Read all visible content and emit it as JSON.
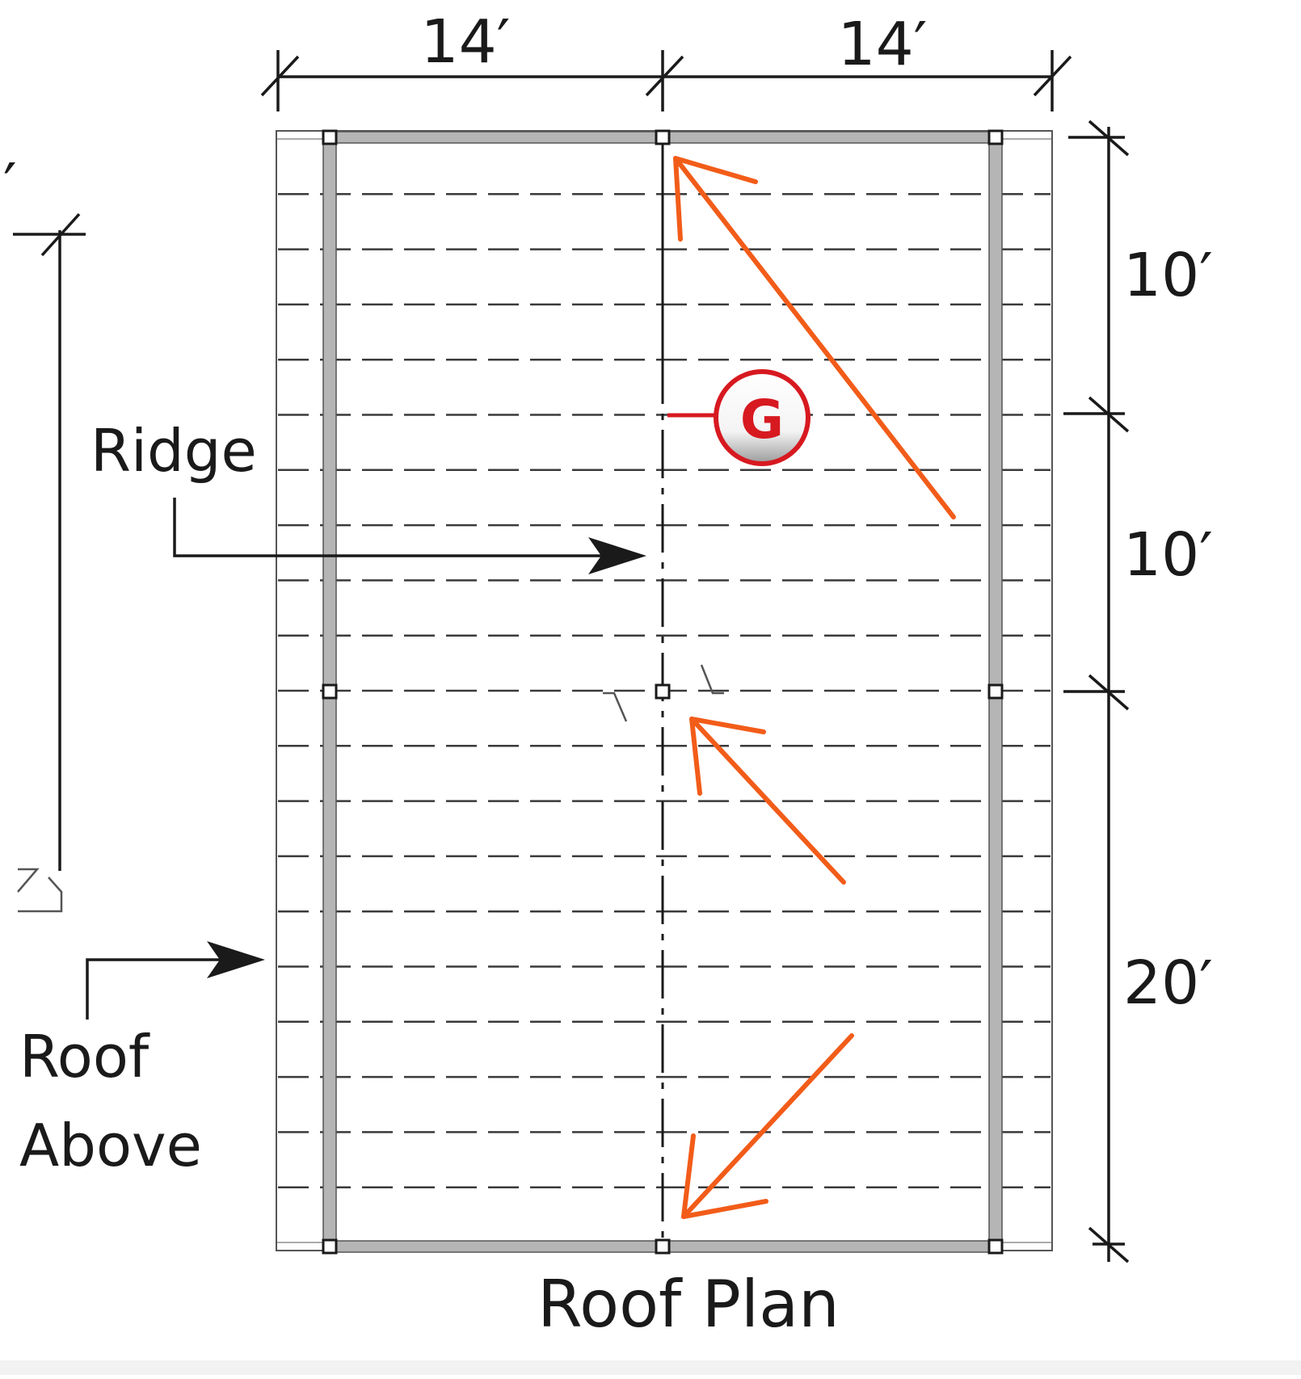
{
  "dimensions": {
    "top": [
      "14′",
      "14′"
    ],
    "right": [
      "10′",
      "10′",
      "20′"
    ],
    "left_partial": "′"
  },
  "callouts": {
    "ridge": "Ridge",
    "roof_above_line1": "Roof",
    "roof_above_line2": "Above"
  },
  "marker": {
    "letter": "G",
    "color": "#d71920"
  },
  "title": "Roof Plan",
  "colors": {
    "ink": "#1a1a1a",
    "beam": "#b5b5b5",
    "arrows": "#f25c19",
    "marker": "#d71920",
    "dashes": "#3a3a3a"
  }
}
